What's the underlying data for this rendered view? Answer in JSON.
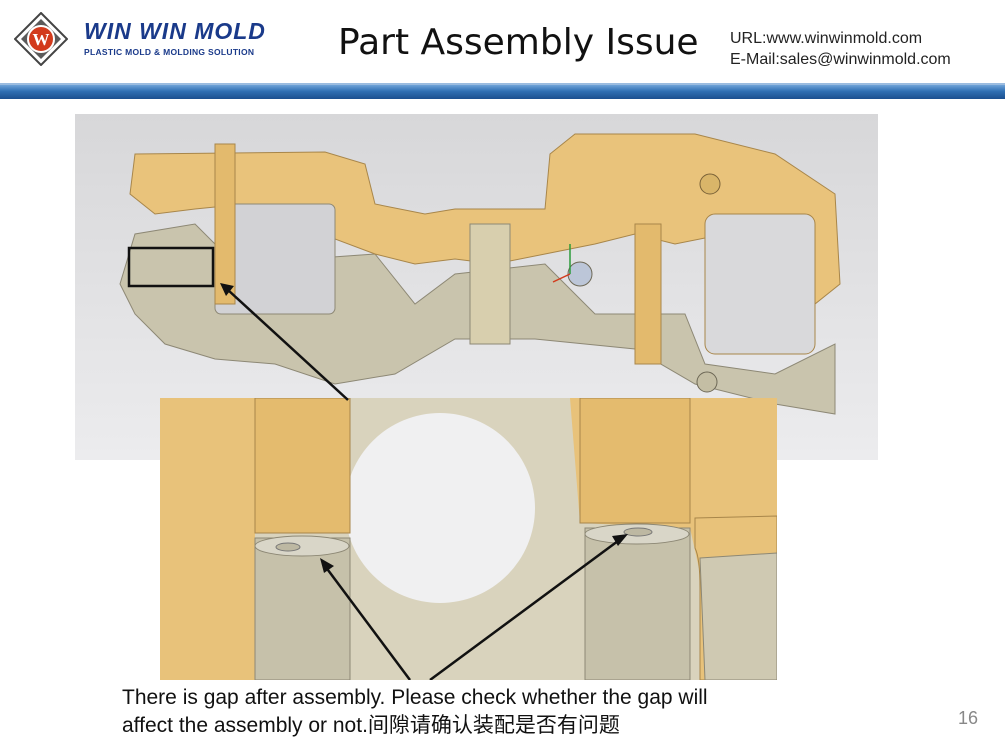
{
  "header": {
    "brand_name": "WIN WIN MOLD",
    "brand_tagline": "PLASTIC MOLD & MOLDING SOLUTION",
    "logo_letter": "W",
    "title": "Part Assembly Issue",
    "url": "URL:www.winwinmold.com",
    "email": "E-Mail:sales@winwinmold.com"
  },
  "figure": {
    "main_image": "cad-assembly-overview",
    "zoom_image": "cad-gap-closeup"
  },
  "caption": {
    "line1": "There is gap after assembly. Please check whether the gap will",
    "line2": "affect the assembly or not.间隙请确认装配是否有问题"
  },
  "page_number": "16",
  "colors": {
    "brand_blue": "#1a3a8a",
    "bar_blue": "#2f6fb3",
    "part_yellow": "#e8c27a",
    "part_grey": "#c8c3ae"
  }
}
